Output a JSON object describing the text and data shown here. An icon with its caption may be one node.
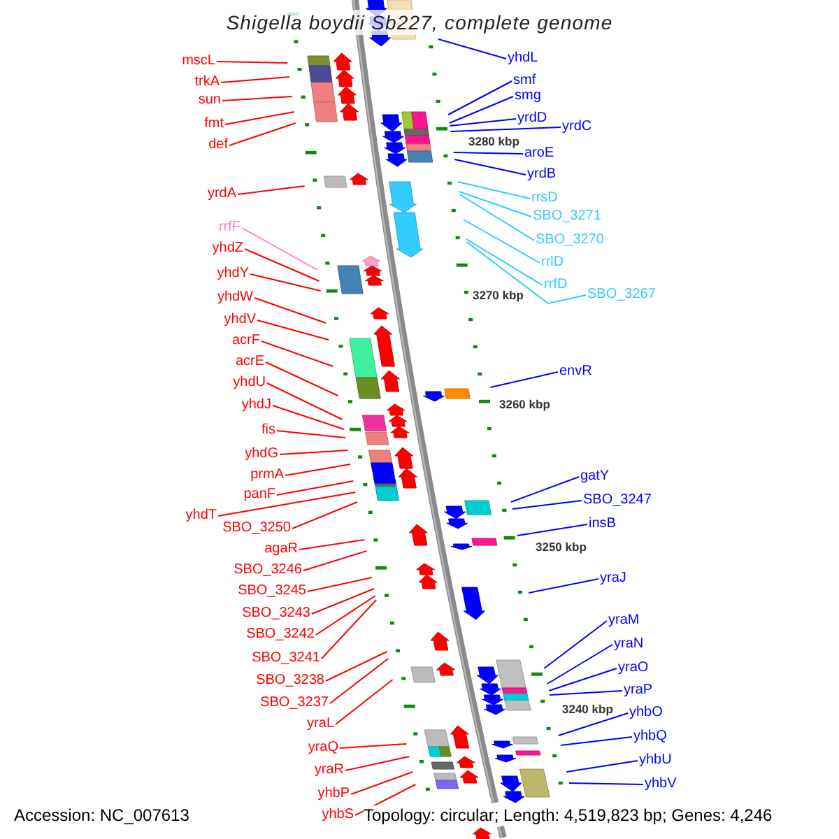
{
  "diagram": {
    "title": "Shigella boydii Sb227, complete genome",
    "nodes": [
      {
        "text": [
          "mscL"
        ]
      },
      {
        "text": [
          "trkA"
        ]
      },
      {
        "text": [
          "sun"
        ]
      },
      {
        "text": [
          "fmt"
        ]
      },
      {
        "text": [
          "def"
        ]
      },
      {
        "text": [
          "yrdA"
        ]
      },
      {
        "text": [
          "rrfF"
        ]
      },
      {
        "text": [
          "yhdZ"
        ]
      },
      {
        "text": [
          "yhdY"
        ]
      },
      {
        "text": [
          "yhdW"
        ]
      },
      {
        "text": [
          "yhdV"
        ]
      },
      {
        "text": [
          "acrF"
        ]
      },
      {
        "text": [
          "acrE"
        ]
      },
      {
        "text": [
          "yhdU"
        ]
      },
      {
        "text": [
          "yhdJ"
        ]
      },
      {
        "text": [
          "fis"
        ]
      },
      {
        "text": [
          "yhdG"
        ]
      },
      {
        "text": [
          "prmA"
        ]
      },
      {
        "text": [
          "panF"
        ]
      },
      {
        "text": [
          "yhdT"
        ]
      },
      {
        "text": [
          "SBO_3250"
        ]
      },
      {
        "text": [
          "agaR"
        ]
      },
      {
        "text": [
          "SBO_3246"
        ]
      },
      {
        "text": [
          "SBO_3245"
        ]
      },
      {
        "text": [
          "SBO_3243"
        ]
      },
      {
        "text": [
          "SBO_3242"
        ]
      },
      {
        "text": [
          "SBO_3241"
        ]
      },
      {
        "text": [
          "SBO_3238"
        ]
      },
      {
        "text": [
          "SBO_3237"
        ]
      },
      {
        "text": [
          "yraL"
        ]
      },
      {
        "text": [
          "yraQ"
        ]
      },
      {
        "text": [
          "yraR"
        ]
      },
      {
        "text": [
          "yhbP"
        ]
      },
      {
        "text": [
          "yhbS"
        ]
      },
      {
        "text": [
          "yhdL"
        ]
      },
      {
        "text": [
          "smf"
        ]
      },
      {
        "text": [
          "smg"
        ]
      },
      {
        "text": [
          "yrdD"
        ]
      },
      {
        "text": [
          "yrdC"
        ]
      },
      {
        "text": [
          "aroE"
        ]
      },
      {
        "text": [
          "yrdB"
        ]
      },
      {
        "text": [
          "rrsD"
        ]
      },
      {
        "text": [
          "SBO_3271"
        ]
      },
      {
        "text": [
          "SBO_3270"
        ]
      },
      {
        "text": [
          "rrlD"
        ]
      },
      {
        "text": [
          "rrfD"
        ]
      },
      {
        "text": [
          "SBO_3267"
        ]
      },
      {
        "text": [
          "envR"
        ]
      },
      {
        "text": [
          "gatY"
        ]
      },
      {
        "text": [
          "SBO_3247"
        ]
      },
      {
        "text": [
          "insB"
        ]
      },
      {
        "text": [
          "yraJ"
        ]
      },
      {
        "text": [
          "yraM"
        ]
      },
      {
        "text": [
          "yraN"
        ]
      },
      {
        "text": [
          "yraO"
        ]
      },
      {
        "text": [
          "yraP"
        ]
      },
      {
        "text": [
          "yhbO"
        ]
      },
      {
        "text": [
          "yhbQ"
        ]
      },
      {
        "text": [
          "yhbU"
        ]
      },
      {
        "text": [
          "yhbV"
        ]
      }
    ],
    "edges": [
      {
        "from": 0,
        "to": null,
        "arrow": "none"
      },
      {
        "from": 1,
        "to": null,
        "arrow": "none"
      },
      {
        "from": 2,
        "to": null,
        "arrow": "none"
      },
      {
        "from": 3,
        "to": null,
        "arrow": "none"
      },
      {
        "from": 4,
        "to": null,
        "arrow": "none"
      },
      {
        "from": 5,
        "to": null,
        "arrow": "none"
      },
      {
        "from": 6,
        "to": null,
        "arrow": "none",
        "color": "#ff80c0"
      },
      {
        "from": 7,
        "to": null,
        "arrow": "none"
      },
      {
        "from": 8,
        "to": null,
        "arrow": "none"
      },
      {
        "from": 9,
        "to": null,
        "arrow": "none"
      },
      {
        "from": 10,
        "to": null,
        "arrow": "none"
      },
      {
        "from": 11,
        "to": null,
        "arrow": "none"
      },
      {
        "from": 12,
        "to": null,
        "arrow": "none"
      },
      {
        "from": 13,
        "to": null,
        "arrow": "none"
      },
      {
        "from": 14,
        "to": null,
        "arrow": "none"
      },
      {
        "from": 15,
        "to": null,
        "arrow": "none"
      },
      {
        "from": 16,
        "to": null,
        "arrow": "none"
      },
      {
        "from": 17,
        "to": null,
        "arrow": "none"
      },
      {
        "from": 18,
        "to": null,
        "arrow": "none"
      },
      {
        "from": 19,
        "to": null,
        "arrow": "none"
      },
      {
        "from": 20,
        "to": null,
        "arrow": "none"
      },
      {
        "from": 21,
        "to": null,
        "arrow": "none"
      },
      {
        "from": 22,
        "to": null,
        "arrow": "none"
      },
      {
        "from": 23,
        "to": null,
        "arrow": "none"
      },
      {
        "from": 24,
        "to": null,
        "arrow": "none"
      },
      {
        "from": 25,
        "to": null,
        "arrow": "none"
      },
      {
        "from": 26,
        "to": null,
        "arrow": "none"
      },
      {
        "from": 27,
        "to": null,
        "arrow": "none"
      },
      {
        "from": 28,
        "to": null,
        "arrow": "none"
      },
      {
        "from": 29,
        "to": null,
        "arrow": "none"
      },
      {
        "from": 30,
        "to": null,
        "arrow": "none"
      },
      {
        "from": 31,
        "to": null,
        "arrow": "none"
      },
      {
        "from": 32,
        "to": null,
        "arrow": "none"
      },
      {
        "from": 33,
        "to": null,
        "arrow": "none"
      },
      {
        "from": 34,
        "to": null,
        "arrow": "none",
        "color": "#0000ff"
      },
      {
        "from": 35,
        "to": null,
        "arrow": "none",
        "color": "#0000ff"
      },
      {
        "from": 36,
        "to": null,
        "arrow": "none",
        "color": "#0000ff"
      },
      {
        "from": 37,
        "to": null,
        "arrow": "none",
        "color": "#0000ff"
      },
      {
        "from": 38,
        "to": null,
        "arrow": "none",
        "color": "#0000ff"
      },
      {
        "from": 39,
        "to": null,
        "arrow": "none",
        "color": "#0000ff"
      },
      {
        "from": 40,
        "to": null,
        "arrow": "none",
        "color": "#0000ff"
      },
      {
        "from": 41,
        "to": null,
        "arrow": "none",
        "color": "#33ccff"
      },
      {
        "from": 42,
        "to": null,
        "arrow": "none",
        "color": "#33ccff"
      },
      {
        "from": 43,
        "to": null,
        "arrow": "none",
        "color": "#33ccff"
      },
      {
        "from": 44,
        "to": null,
        "arrow": "none",
        "color": "#33ccff"
      },
      {
        "from": 45,
        "to": null,
        "arrow": "none",
        "color": "#33ccff"
      },
      {
        "from": 46,
        "to": null,
        "arrow": "none",
        "color": "#33ccff"
      },
      {
        "from": 47,
        "to": null,
        "arrow": "none",
        "color": "#0000ff"
      },
      {
        "from": 48,
        "to": null,
        "arrow": "none",
        "color": "#0000ff"
      },
      {
        "from": 49,
        "to": null,
        "arrow": "none",
        "color": "#0000ff"
      },
      {
        "from": 50,
        "to": null,
        "arrow": "none",
        "color": "#0000ff"
      },
      {
        "from": 51,
        "to": null,
        "arrow": "none",
        "color": "#0000ff"
      },
      {
        "from": 52,
        "to": null,
        "arrow": "none",
        "color": "#0000ff"
      },
      {
        "from": 53,
        "to": null,
        "arrow": "none",
        "color": "#0000ff"
      },
      {
        "from": 54,
        "to": null,
        "arrow": "none",
        "color": "#0000ff"
      },
      {
        "from": 55,
        "to": null,
        "arrow": "none",
        "color": "#0000ff"
      },
      {
        "from": 56,
        "to": null,
        "arrow": "none",
        "color": "#0000ff"
      },
      {
        "from": 57,
        "to": null,
        "arrow": "none",
        "color": "#0000ff"
      },
      {
        "from": 58,
        "to": null,
        "arrow": "none",
        "color": "#0000ff"
      },
      {
        "from": 59,
        "to": null,
        "arrow": "none",
        "color": "#0000ff"
      }
    ],
    "labels": [
      "3280 kbp",
      "3270 kbp",
      "3260 kbp",
      "3250 kbp",
      "3240 kbp",
      "Accession: NC_007613",
      "Topology: circular; Length: 4,519,823 bp; Genes: 4,246"
    ]
  }
}
